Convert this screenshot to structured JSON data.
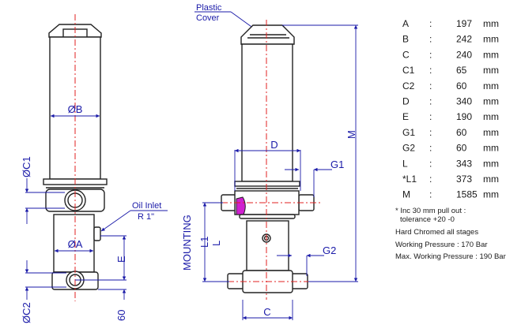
{
  "labels": {
    "dia_b": "ØB",
    "dia_a": "ØA",
    "dia_c1": "ØC1",
    "dia_c2": "ØC2",
    "e": "E",
    "sixty": "60",
    "oil_inlet": "Oil Inlet",
    "oil_inlet_thread": "R 1\"",
    "plastic": "Plastic",
    "cover": "Cover",
    "d": "D",
    "g1": "G1",
    "g2": "G2",
    "m": "M",
    "l": "L",
    "l1": "L1",
    "c": "C",
    "mounting": "MOUNTING"
  },
  "specs": [
    {
      "name": "A",
      "sep": ":",
      "value": "197",
      "unit": "mm"
    },
    {
      "name": "B",
      "sep": ":",
      "value": "242",
      "unit": "mm"
    },
    {
      "name": "C",
      "sep": ":",
      "value": "240",
      "unit": "mm"
    },
    {
      "name": "C1",
      "sep": ":",
      "value": "65",
      "unit": "mm"
    },
    {
      "name": "C2",
      "sep": ":",
      "value": "60",
      "unit": "mm"
    },
    {
      "name": "D",
      "sep": ":",
      "value": "340",
      "unit": "mm"
    },
    {
      "name": "E",
      "sep": ":",
      "value": "190",
      "unit": "mm"
    },
    {
      "name": "G1",
      "sep": ":",
      "value": "60",
      "unit": "mm"
    },
    {
      "name": "G2",
      "sep": ":",
      "value": "60",
      "unit": "mm"
    },
    {
      "name": "L",
      "sep": ":",
      "value": "343",
      "unit": "mm"
    },
    {
      "name": "*L1",
      "sep": ":",
      "value": "373",
      "unit": "mm"
    },
    {
      "name": "M",
      "sep": ":",
      "value": "1585",
      "unit": "mm"
    }
  ],
  "notes": {
    "pullout_1": "* Inc 30 mm pull out :",
    "pullout_2": "tolerance +20 -0",
    "chromed": "Hard Chromed all stages",
    "working_pressure": "Working Pressure : 170 Bar",
    "max_pressure": "Max. Working Pressure : 190 Bar"
  },
  "colors": {
    "dimension": "#1a1aa8",
    "centerline": "#e02020",
    "highlight": "#d020d0"
  }
}
